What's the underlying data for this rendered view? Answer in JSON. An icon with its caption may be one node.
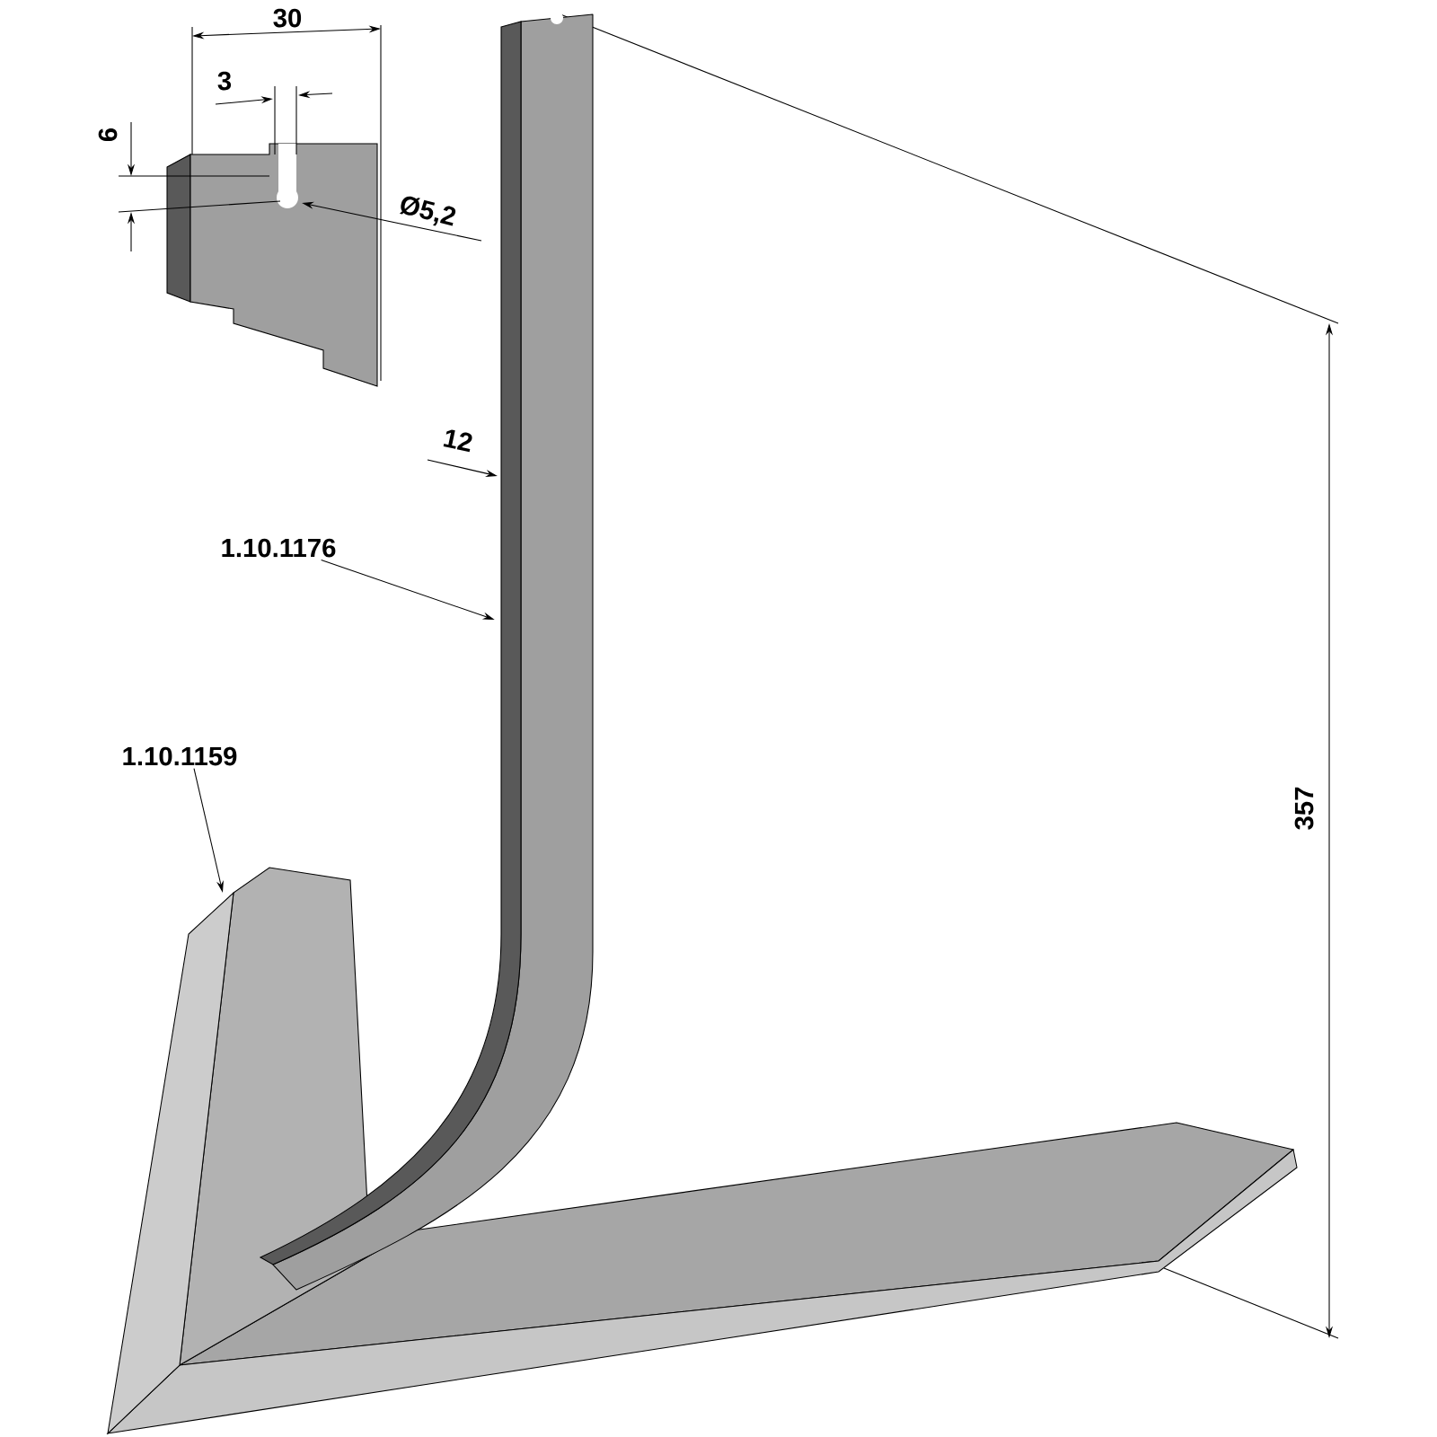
{
  "diagram": {
    "nodes": [
      {
        "text": [
          "1.10.1176"
        ]
      },
      {
        "text": [],
        "shape": "picture"
      },
      {
        "text": [
          "1.10.1159"
        ]
      },
      {
        "text": [],
        "shape": "picture"
      }
    ],
    "edges": [
      {
        "from": 0,
        "to": 1,
        "arrow": "to"
      },
      {
        "from": 2,
        "to": 3,
        "arrow": "to"
      }
    ],
    "labels": [
      "30",
      "3",
      "6",
      "Ø5,2",
      "12",
      "357"
    ]
  }
}
